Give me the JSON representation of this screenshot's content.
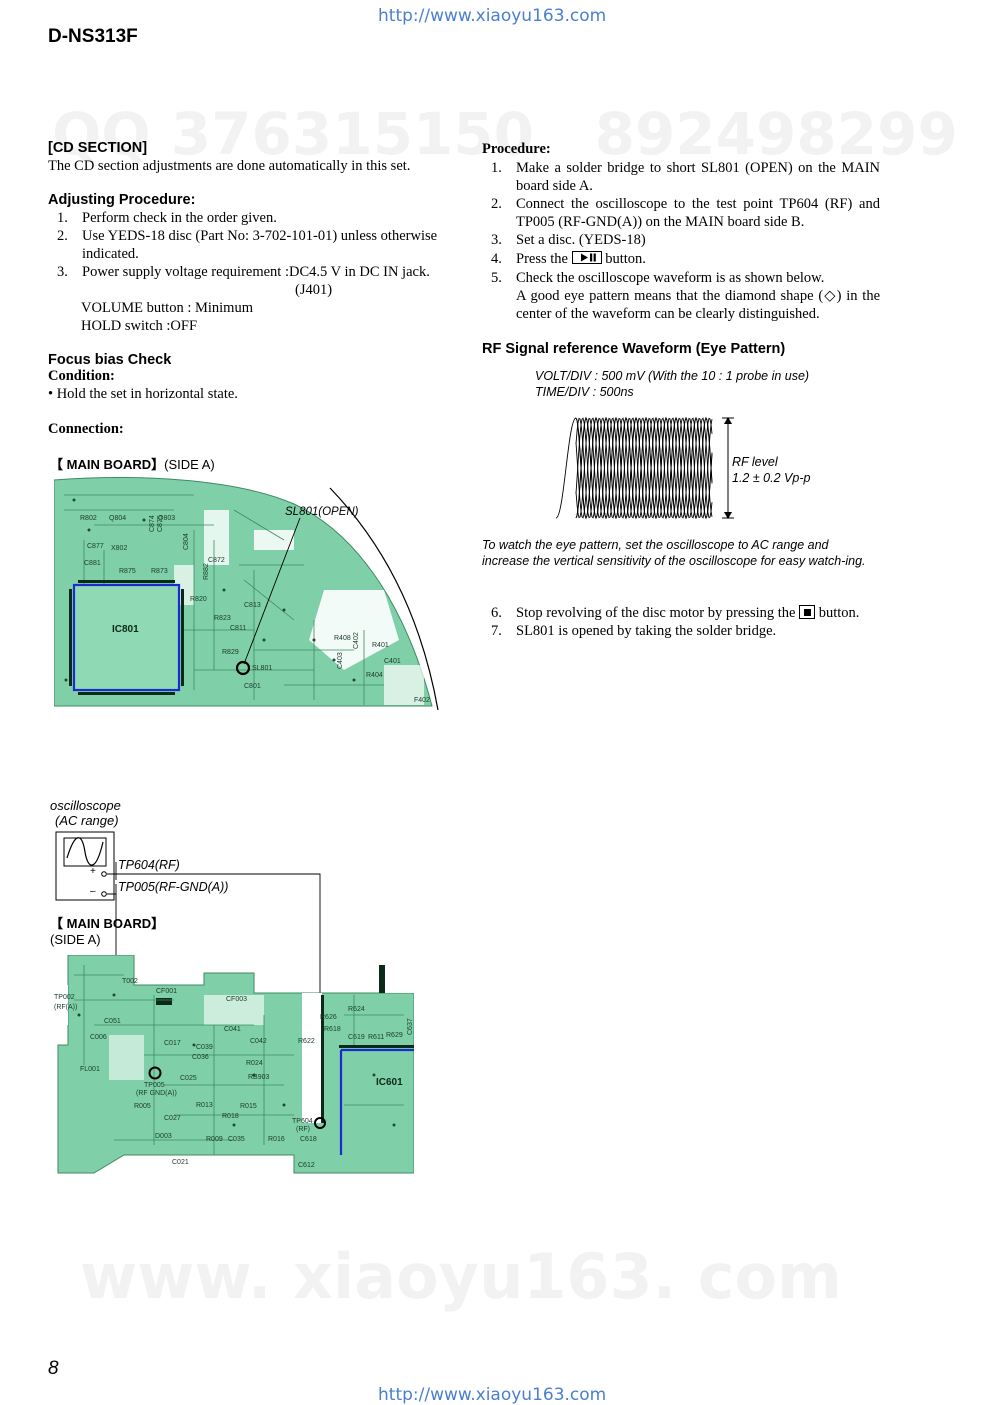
{
  "header": {
    "url_top": "http://www.xiaoyu163.com",
    "model": "D-NS313F"
  },
  "left": {
    "section_title": "[CD SECTION]",
    "intro": "The CD section adjustments are done automatically in this set.",
    "adjusting_title": "Adjusting Procedure:",
    "adjusting_steps": [
      {
        "n": "1.",
        "text": "Perform check in the order given."
      },
      {
        "n": "2.",
        "text": "Use YEDS-18 disc (Part No: 3-702-101-01) unless otherwise indicated."
      },
      {
        "n": "3.",
        "text": "Power supply voltage requirement :DC4.5 V in DC IN jack."
      }
    ],
    "jack_ref": "(J401)",
    "volume_line": "VOLUME button : Minimum",
    "hold_line": "HOLD switch :OFF",
    "focus_title": "Focus bias Check",
    "condition_title": "Condition:",
    "condition_text": "• Hold the set in horizontal state.",
    "connection_title": "Connection:",
    "board_a_label": "MAIN BOARD",
    "board_a_side": "(SIDE A)",
    "sl801_label": "SL801(OPEN)",
    "oscilloscope_label": "oscilloscope",
    "ac_range_label": "(AC range)",
    "plus_sign": "+",
    "minus_sign": "–",
    "tp604_label": "TP604(RF)",
    "tp005_label": "TP005(RF-GND(A))",
    "board_b_label": "MAIN BOARD",
    "board_b_side": "(SIDE A)"
  },
  "right": {
    "procedure_title": "Procedure:",
    "steps": [
      {
        "n": "1.",
        "text": "Make a solder bridge to short SL801 (OPEN) on the MAIN board side A."
      },
      {
        "n": "2.",
        "text": "Connect the oscilloscope to the test point TP604 (RF) and TP005 (RF-GND(A)) on the MAIN board side B."
      },
      {
        "n": "3.",
        "text": "Set a disc. (YEDS-18)"
      }
    ],
    "step4_n": "4.",
    "step4_pre": "Press the",
    "step4_post": "button.",
    "step5_n": "5.",
    "step5_text": "Check the oscilloscope waveform is as shown below.",
    "step5_sub_pre": "A good eye pattern means that the diamond shape (",
    "step5_diamond": "◇",
    "step5_sub_post": ") in the center of the waveform can be clearly distinguished.",
    "rf_title": "RF Signal reference Waveform (Eye Pattern)",
    "volt_div": "VOLT/DIV : 500 mV (With the 10 : 1 probe in use)",
    "time_div": "TIME/DIV : 500ns",
    "rf_level_label": "RF level",
    "rf_level_value": "1.2 ± 0.2 Vp-p",
    "note": "To watch the eye pattern, set the oscilloscope to AC range and increase the vertical sensitivity of the oscilloscope for easy watch-ing.",
    "step6_n": "6.",
    "step6_pre": "Stop revolving of the disc motor by pressing the",
    "step6_post": "button.",
    "step7_n": "7.",
    "step7_text": "SL801 is opened by taking the solder bridge."
  },
  "pcb_a_labels": {
    "ic": "IC801",
    "sl": "SL801",
    "parts": [
      "R802",
      "Q804",
      "C874",
      "C875",
      "Q803",
      "C877",
      "X802",
      "C881",
      "R875",
      "R873",
      "C872",
      "R882",
      "R820",
      "C813",
      "R823",
      "C811",
      "R829",
      "C801",
      "R408",
      "C402",
      "R401",
      "C401",
      "C403",
      "R404",
      "F402",
      "C804"
    ]
  },
  "pcb_b_labels": {
    "ic": "IC601",
    "parts": [
      "TP002",
      "(RF(A))",
      "T002",
      "C051",
      "C006",
      "FL001",
      "CF001",
      "CF003",
      "C017",
      "C041",
      "C042",
      "C039",
      "C036",
      "C025",
      "R024",
      "RB903",
      "TP005",
      "(RF GND(A))",
      "R005",
      "C027",
      "R013",
      "R015",
      "R018",
      "D003",
      "R009",
      "C035",
      "R016",
      "C021",
      "R626",
      "R624",
      "R618",
      "C619",
      "R611",
      "R629",
      "C637",
      "R622",
      "TP604",
      "(RF)",
      "C618",
      "C612"
    ]
  },
  "footer": {
    "page_number": "8",
    "url_bottom": "http://www.xiaoyu163.com"
  },
  "colors": {
    "pcb_green": "#7fd0a8",
    "pcb_dark": "#3e8a62",
    "ic_outline": "#1a2ccf",
    "url_blue": "#4a7fd0"
  }
}
